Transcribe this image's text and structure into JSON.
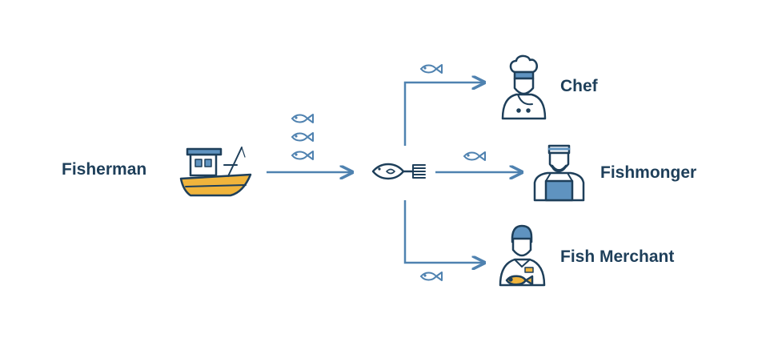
{
  "nodes": {
    "fisherman": "Fisherman",
    "chef": "Chef",
    "fishmonger": "Fishmonger",
    "fish_merchant": "Fish Merchant"
  },
  "icons": {
    "fisherman": "fishing-boat-icon",
    "hub": "fish-with-fork-icon",
    "chef": "chef-icon",
    "fishmonger": "fishmonger-icon",
    "fish_merchant": "fish-merchant-icon",
    "flow": "fish-icon"
  },
  "colors": {
    "text": "#1e3f5a",
    "arrow": "#4f82b0",
    "icon_outline": "#1e3f5a",
    "boat_hull": "#f0b43c",
    "accent_blue": "#5f93c0"
  }
}
